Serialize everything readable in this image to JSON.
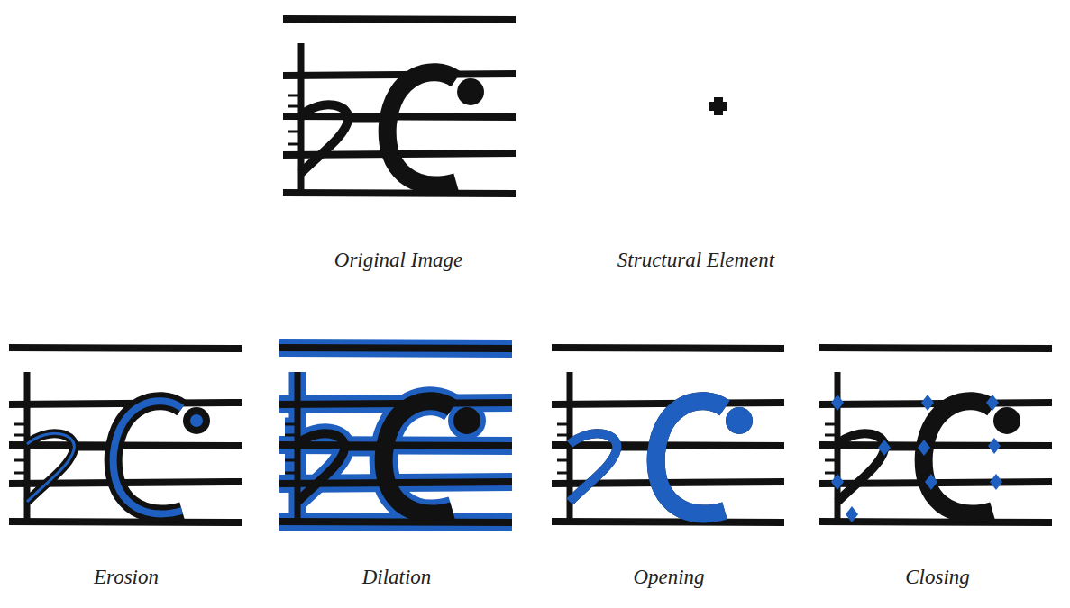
{
  "diagram": {
    "labels": [
      "Original Image",
      "Structural Element",
      "Erosion",
      "Dilation",
      "Opening",
      "Closing"
    ]
  }
}
